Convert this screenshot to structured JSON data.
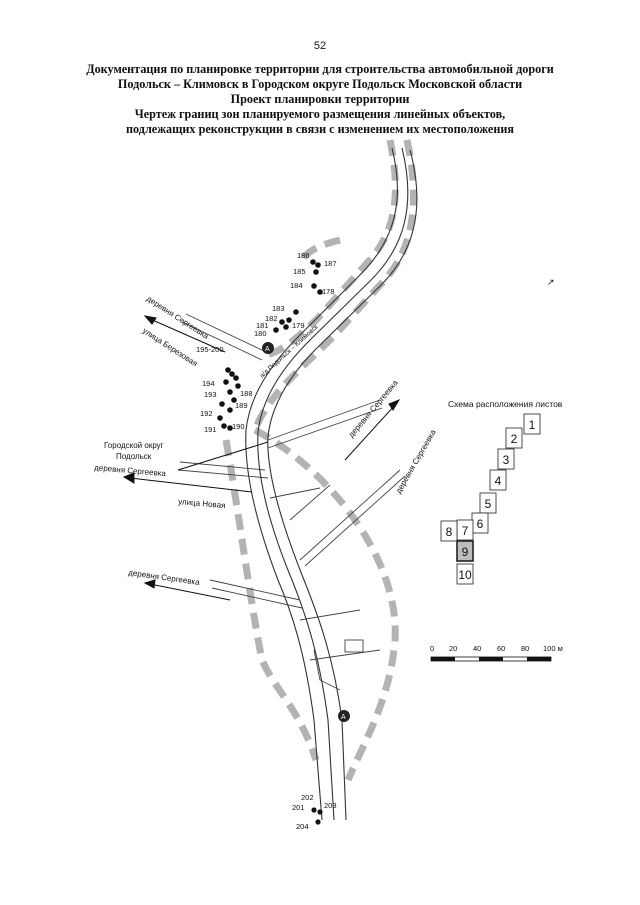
{
  "page_number": "52",
  "title": {
    "line1": "Документация по планировке территории для строительства автомобильной дороги",
    "line2": "Подольск – Климовск в Городском округе Подольск Московской области",
    "line3": "Проект планировки территории",
    "line4": "Чертеж границ зон планируемого размещения линейных объектов,",
    "line5": "подлежащих реконструкции в связи с изменением их местоположения"
  },
  "map": {
    "labels": {
      "village_1": "деревня Сергеевка",
      "street_berezovaya": "улица Березовая",
      "district": "Городской округ",
      "district_2": "Подольск",
      "village_2": "деревня Сергеевка",
      "street_novaya": "улица Новая",
      "village_3": "деревня Сергеевка",
      "village_4": "деревня Сергеевка",
      "village_5": "деревня Сергеевка",
      "road_name": "а/д Подольск – Климовск"
    },
    "points": {
      "p186": "186",
      "p187": "187",
      "p185": "185",
      "p184": "184",
      "p178": "178",
      "p183": "183",
      "p182": "182",
      "p181": "181",
      "p179": "179",
      "p180": "180",
      "p195_200": "195-200",
      "p194": "194",
      "p193": "193",
      "p188": "188",
      "p189": "189",
      "p192": "192",
      "p191": "191",
      "p190": "190",
      "p202": "202",
      "p201": "201",
      "p203": "203",
      "p204": "204"
    },
    "markers": {
      "m1": "A",
      "m2": "A"
    },
    "scale": {
      "t0": "0",
      "t20": "20",
      "t40": "40",
      "t60": "60",
      "t80": "80",
      "t100": "100 м"
    }
  },
  "sheet_scheme": {
    "title": "Схема расположения листов",
    "sheets": [
      "1",
      "2",
      "3",
      "4",
      "5",
      "6",
      "7",
      "8",
      "9",
      "10"
    ],
    "highlighted": "9"
  },
  "colors": {
    "zone_boundary": "#b3b3b3",
    "road": "#333333"
  }
}
